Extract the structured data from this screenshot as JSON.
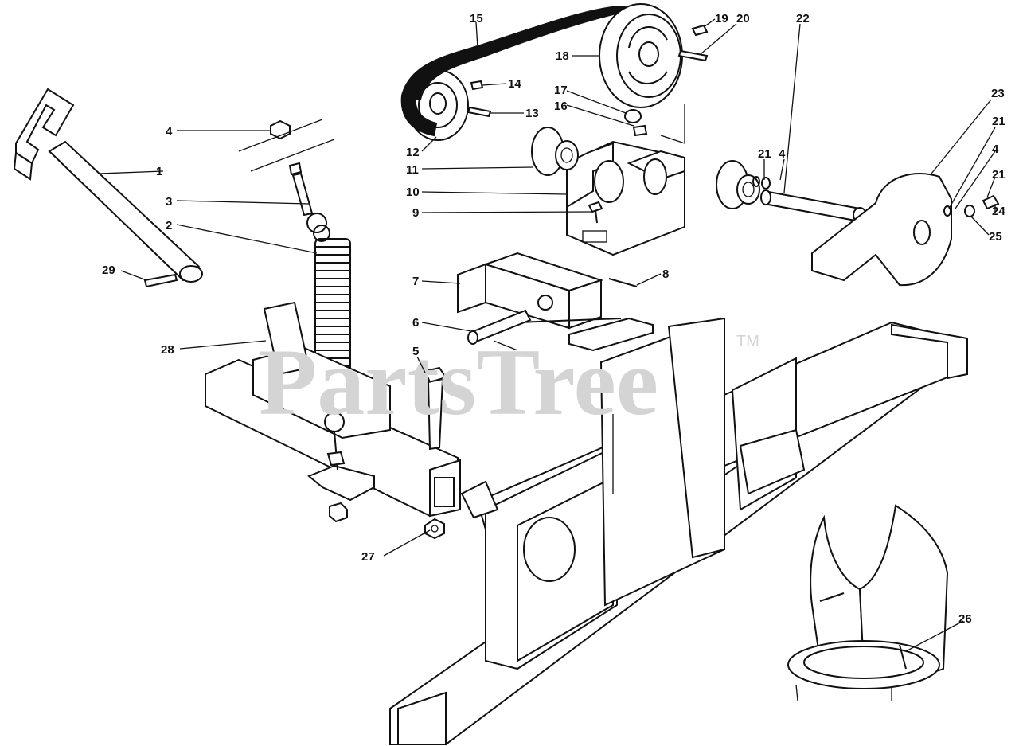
{
  "watermark": {
    "text": "PartsTree",
    "trademark": "TM"
  },
  "callouts": [
    "1",
    "2",
    "3",
    "4",
    "5",
    "6",
    "7",
    "8",
    "9",
    "10",
    "11",
    "12",
    "13",
    "14",
    "15",
    "16",
    "17",
    "18",
    "19",
    "20",
    "21",
    "22",
    "23",
    "24",
    "25",
    "26",
    "27",
    "28",
    "29"
  ],
  "colors": {
    "ink": "#111111",
    "paper": "#ffffff",
    "watermark": "#d4d4d4"
  }
}
